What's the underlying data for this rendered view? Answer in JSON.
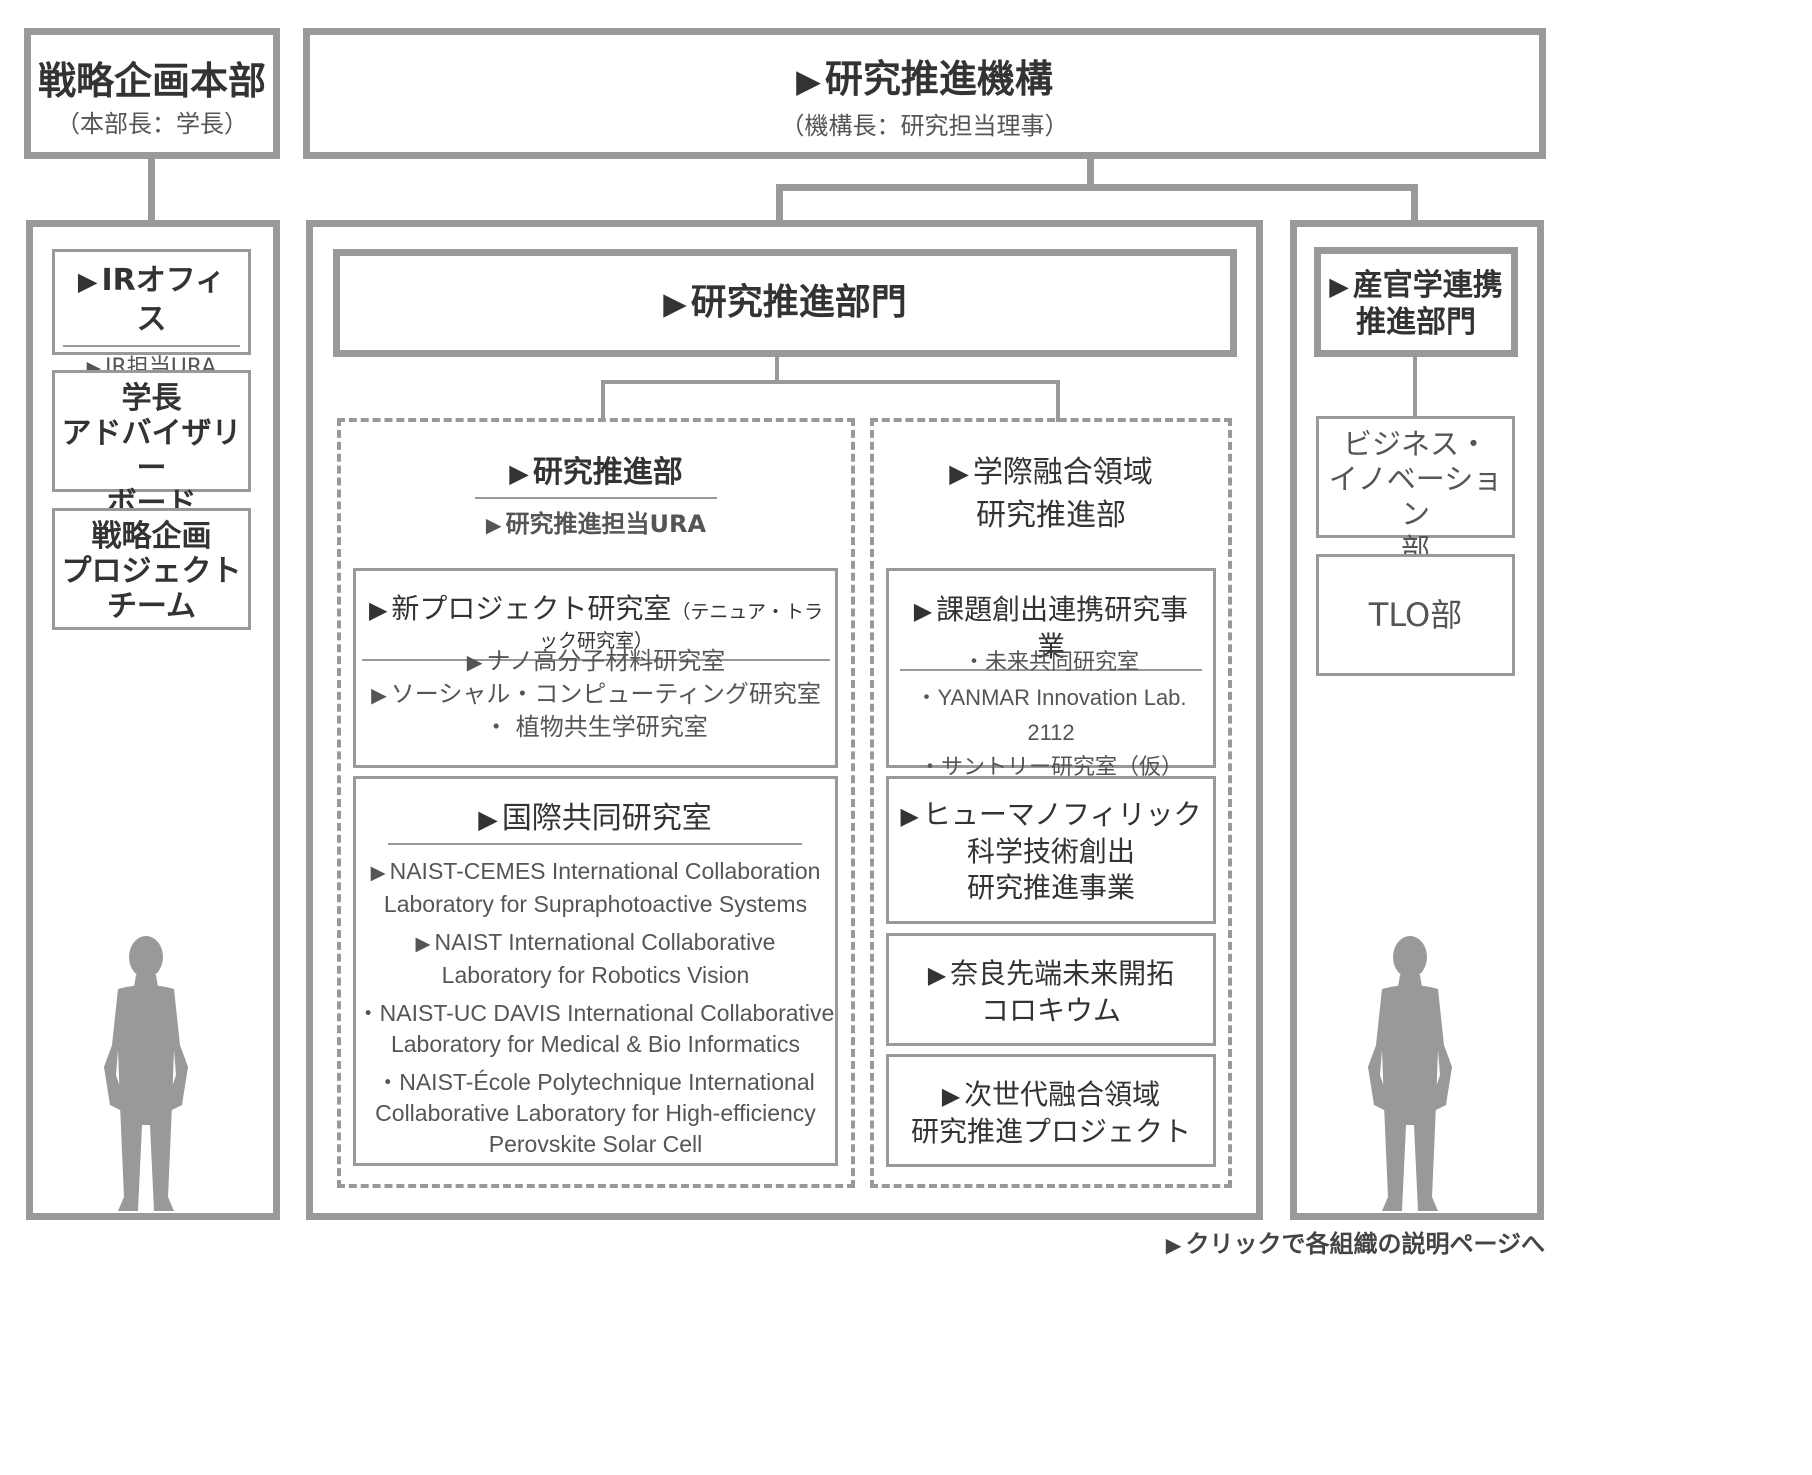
{
  "strategy": {
    "title": "戦略企画本部",
    "subtitle": "（本部長：学長）",
    "ir_office": {
      "title": "IRオフィス",
      "sub": "IR担当URA"
    },
    "advisory_board": [
      "学長",
      "アドバイザリー",
      "ボード"
    ],
    "project_team": [
      "戦略企画",
      "プロジェクト",
      "チーム"
    ]
  },
  "research_org": {
    "title": "研究推進機構",
    "subtitle": "（機構長：研究担当理事）"
  },
  "research_div": {
    "title": "研究推進部門",
    "promotion_dept": {
      "title": "研究推進部",
      "sub": "研究推進担当URA"
    },
    "new_project": {
      "title": "新プロジェクト研究室",
      "title_note": "（テニュア・トラック研究室）",
      "items": [
        "ナノ高分子材料研究室",
        "ソーシャル・コンピューティング研究室",
        "・ 植物共生学研究室"
      ]
    },
    "intl_lab": {
      "title": "国際共同研究室",
      "items": [
        [
          "NAIST-CEMES International Collaboration",
          "Laboratory for Supraphotoactive Systems"
        ],
        [
          "NAIST International Collaborative",
          "Laboratory for Robotics Vision"
        ],
        [
          "・NAIST-UC DAVIS International Collaborative",
          "Laboratory for Medical & Bio Informatics"
        ],
        [
          "・NAIST-École Polytechnique International",
          "Collaborative Laboratory for High-efficiency",
          "Perovskite Solar Cell"
        ]
      ]
    },
    "interdisciplinary": {
      "title_lines": [
        "学際融合領域",
        "研究推進部"
      ],
      "issue_creation": {
        "title": "課題創出連携研究事業",
        "items": [
          "・未来共同研究室",
          "・YANMAR Innovation Lab. 2112",
          "・サントリー研究室（仮）"
        ]
      },
      "humanophilic": [
        "ヒューマノフィリック",
        "科学技術創出",
        "研究推進事業"
      ],
      "colloquium": [
        "奈良先端未来開拓",
        "コロキウム"
      ],
      "next_gen": [
        "次世代融合領域",
        "研究推進プロジェクト"
      ]
    }
  },
  "industry_div": {
    "title_lines": [
      "産官学連携",
      "推進部門"
    ],
    "business": [
      "ビジネス・",
      "イノベーション",
      "部"
    ],
    "tlo": "TLO部"
  },
  "footer": {
    "link": "クリックで各組織の説明ページへ"
  },
  "colors": {
    "line": "#999999",
    "text": "#555555",
    "person": "#999999"
  },
  "icons": [
    "right-triangle-icon",
    "person-silhouette-icon"
  ]
}
